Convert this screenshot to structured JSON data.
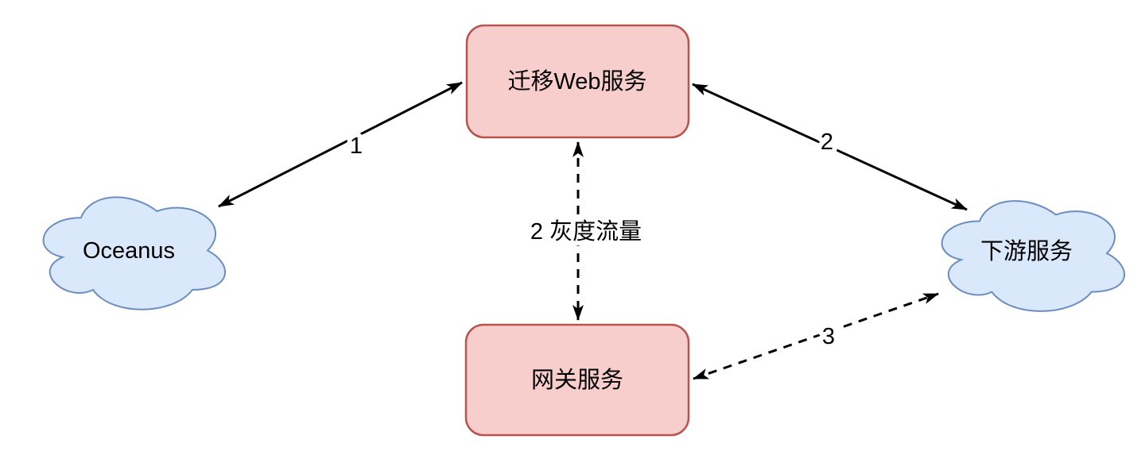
{
  "diagram": {
    "kind": "architecture-flow-diagram",
    "background_color": "#ffffff",
    "colors": {
      "service_box_fill": "#f8cecc",
      "service_box_stroke": "#b85450",
      "cloud_fill": "#dae8fc",
      "cloud_stroke": "#6c8ebf",
      "arrow": "#000000",
      "text": "#000000"
    },
    "nodes": [
      {
        "id": "oceanus",
        "label": "Oceanus",
        "shape": "cloud"
      },
      {
        "id": "migration-web-service",
        "label": "迁移Web服务",
        "shape": "rounded-rect"
      },
      {
        "id": "gateway-service",
        "label": "网关服务",
        "shape": "rounded-rect"
      },
      {
        "id": "downstream-service",
        "label": "下游服务",
        "shape": "cloud"
      }
    ],
    "edges": [
      {
        "from": "oceanus",
        "to": "migration-web-service",
        "label": "1",
        "line": "solid",
        "arrows": "both"
      },
      {
        "from": "migration-web-service",
        "to": "downstream-service",
        "label": "2",
        "line": "solid",
        "arrows": "both"
      },
      {
        "from": "migration-web-service",
        "to": "gateway-service",
        "label": "2 灰度流量",
        "line": "dashed",
        "arrows": "both"
      },
      {
        "from": "gateway-service",
        "to": "downstream-service",
        "label": "3",
        "line": "dashed",
        "arrows": "both"
      }
    ]
  }
}
